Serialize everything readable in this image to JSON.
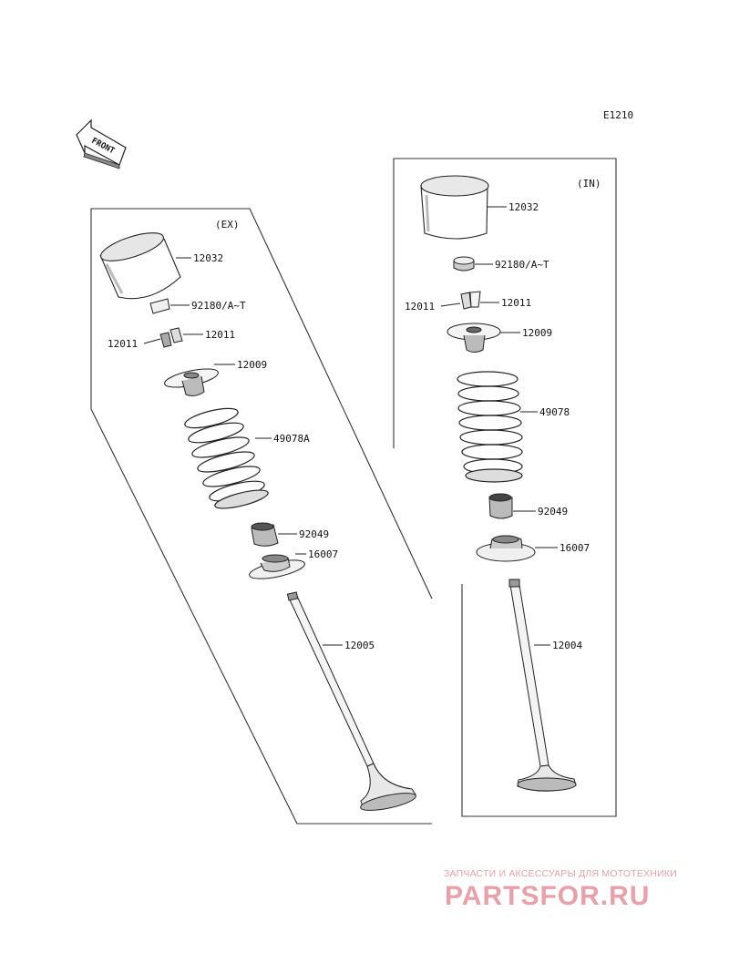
{
  "diagram": {
    "code": "E1210",
    "front_label": "FRONT",
    "groups": [
      {
        "id": "ex",
        "title": "(EX)"
      },
      {
        "id": "in",
        "title": "(IN)"
      }
    ],
    "ex_labels": {
      "bucket": "12032",
      "shim": "92180/A~T",
      "cotter_right": "12011",
      "cotter_left": "12011",
      "retainer": "12009",
      "spring": "49078A",
      "seal": "92049",
      "seat": "16007",
      "valve": "12005"
    },
    "in_labels": {
      "bucket": "12032",
      "shim": "92180/A~T",
      "cotter_right": "12011",
      "cotter_left": "12011",
      "retainer": "12009",
      "spring": "49078",
      "seal": "92049",
      "seat": "16007",
      "valve": "12004"
    }
  },
  "watermark": {
    "subtitle": "ЗАПЧАСТИ И АКСЕССУАРЫ ДЛЯ МОТОТЕХНИКИ",
    "brand": "PARTSFOR.RU",
    "color": "#e8a0a6"
  }
}
